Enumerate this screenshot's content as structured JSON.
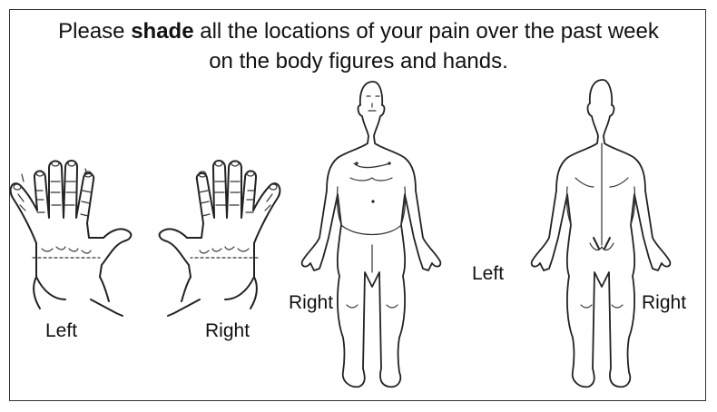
{
  "instructions": {
    "prefix": "Please ",
    "emphasis": "shade",
    "suffix": " all the locations of your pain over the past week",
    "line2": "on the body figures and hands."
  },
  "labels": {
    "left_hand": "Left",
    "right_hand": "Right",
    "front_body_right": "Right",
    "back_body_left": "Left",
    "back_body_right": "Right"
  }
}
